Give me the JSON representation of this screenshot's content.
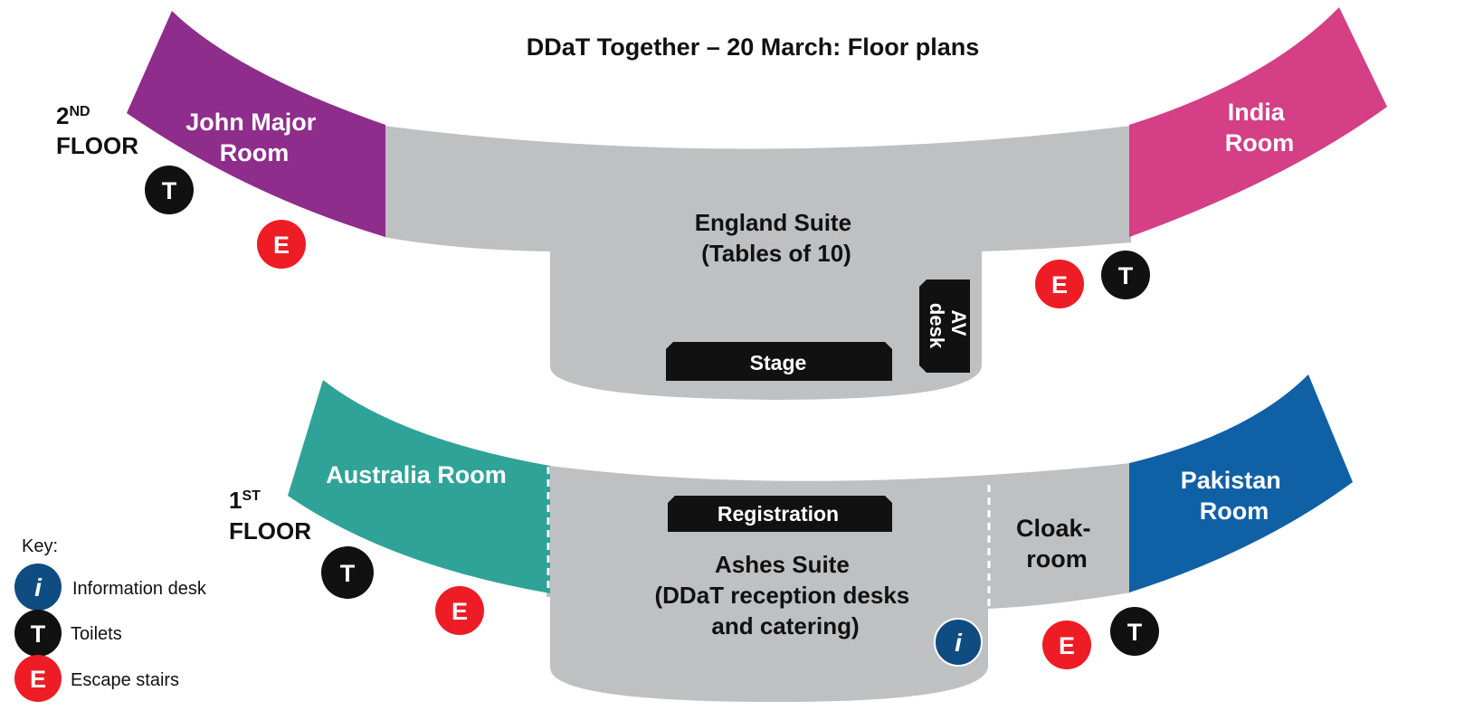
{
  "title": "DDaT Together – 20 March: Floor plans",
  "floors": {
    "second": {
      "number": "2",
      "suffix": "ND",
      "word": "FLOOR",
      "rooms": {
        "john_major": [
          "John Major",
          "Room"
        ],
        "india": [
          "India",
          "Room"
        ],
        "england_suite": [
          "England Suite",
          "(Tables of 10)"
        ],
        "stage": "Stage",
        "av_desk": [
          "AV",
          "desk"
        ]
      }
    },
    "first": {
      "number": "1",
      "suffix": "ST",
      "word": "FLOOR",
      "rooms": {
        "australia": "Australia Room",
        "pakistan": [
          "Pakistan",
          "Room"
        ],
        "registration": "Registration",
        "ashes_suite": [
          "Ashes Suite",
          "(DDaT reception desks",
          "and catering)"
        ],
        "cloakroom": [
          "Cloak-",
          "room"
        ]
      }
    }
  },
  "markers": {
    "toilet": "T",
    "escape": "E",
    "info": "i"
  },
  "key": {
    "title": "Key:",
    "items": [
      {
        "symbol": "i",
        "label": "Information desk"
      },
      {
        "symbol": "T",
        "label": "Toilets"
      },
      {
        "symbol": "E",
        "label": "Escape stairs"
      }
    ]
  },
  "colors": {
    "purple": "#8e2d8c",
    "pink": "#d43f86",
    "teal": "#30a398",
    "blue": "#1060a6",
    "grey": "#bfc0c2",
    "escape_red": "#ee1c25",
    "info_blue": "#0f4c81",
    "black": "#111111"
  }
}
